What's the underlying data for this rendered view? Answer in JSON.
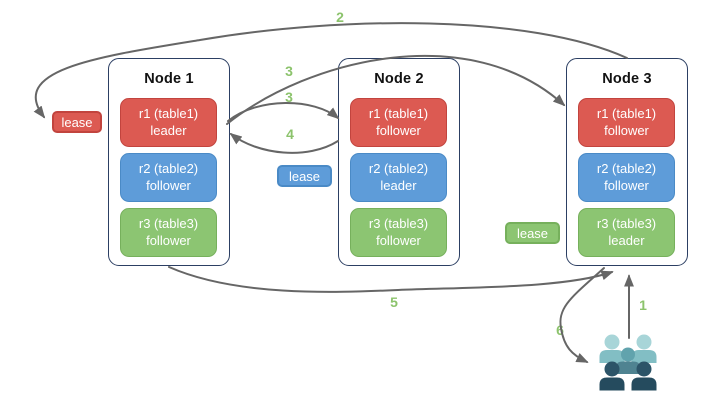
{
  "diagram": {
    "title": "range-lease-replication-diagram",
    "nodes": [
      {
        "title": "Node 1",
        "replicas": [
          {
            "name": "r1 (table1)",
            "role": "leader",
            "color": "red"
          },
          {
            "name": "r2 (table2)",
            "role": "follower",
            "color": "blue"
          },
          {
            "name": "r3 (table3)",
            "role": "follower",
            "color": "green"
          }
        ]
      },
      {
        "title": "Node 2",
        "replicas": [
          {
            "name": "r1 (table1)",
            "role": "follower",
            "color": "red"
          },
          {
            "name": "r2 (table2)",
            "role": "leader",
            "color": "blue"
          },
          {
            "name": "r3 (table3)",
            "role": "follower",
            "color": "green"
          }
        ]
      },
      {
        "title": "Node 3",
        "replicas": [
          {
            "name": "r1 (table1)",
            "role": "follower",
            "color": "red"
          },
          {
            "name": "r2 (table2)",
            "role": "follower",
            "color": "blue"
          },
          {
            "name": "r3 (table3)",
            "role": "leader",
            "color": "green"
          }
        ]
      }
    ],
    "leases": [
      {
        "text": "lease",
        "color": "red"
      },
      {
        "text": "lease",
        "color": "blue"
      },
      {
        "text": "lease",
        "color": "green"
      }
    ],
    "steps": {
      "s1": "1",
      "s2": "2",
      "s3a": "3",
      "s3b": "3",
      "s4": "4",
      "s5": "5",
      "s6": "6"
    },
    "arrows": [
      {
        "label": "1",
        "from": "clients",
        "to": "node3-bottom"
      },
      {
        "label": "2",
        "from": "node3-top",
        "to": "lease-red"
      },
      {
        "label": "3",
        "from": "node1-r1-leader",
        "to": "node2-r1-follower"
      },
      {
        "label": "3",
        "from": "node1-r1-leader",
        "to": "node3-r1-follower"
      },
      {
        "label": "4",
        "from": "node2-r1",
        "to": "node1-r1-leader"
      },
      {
        "label": "5",
        "from": "node1-bottom",
        "to": "node3-bottom"
      },
      {
        "label": "6",
        "from": "node3-bottom",
        "to": "clients"
      }
    ],
    "icons": {
      "clients": "users-group-icon"
    }
  },
  "palette": {
    "replica_red": "#dc5a52",
    "replica_blue": "#5e9cd9",
    "replica_green": "#8cc572",
    "node_border": "#2c3f63",
    "arrow": "#666666",
    "step_label": "#8cc36c",
    "users_light_head": "#a8d5d8",
    "users_light_body": "#82bec4",
    "users_mid_head": "#61a3ad",
    "users_mid_body": "#4f8391",
    "users_dark_head": "#2c5468",
    "users_dark_body": "#254b5e"
  }
}
